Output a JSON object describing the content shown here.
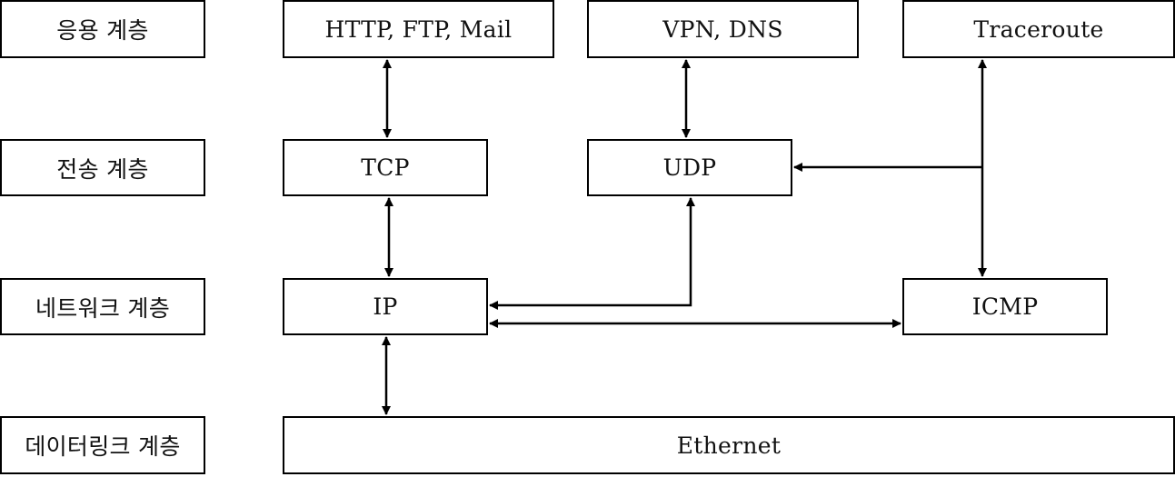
{
  "layers": {
    "application": "응용 계층",
    "transport": "전송 계층",
    "network": "네트워크 계층",
    "datalink": "데이터링크 계층"
  },
  "nodes": {
    "http_ftp_mail": "HTTP, FTP, Mail",
    "vpn_dns": "VPN, DNS",
    "traceroute": "Traceroute",
    "tcp": "TCP",
    "udp": "UDP",
    "ip": "IP",
    "icmp": "ICMP",
    "ethernet": "Ethernet"
  },
  "connections": [
    {
      "from": "HTTP, FTP, Mail",
      "to": "TCP",
      "direction": "both"
    },
    {
      "from": "VPN, DNS",
      "to": "UDP",
      "direction": "both"
    },
    {
      "from": "TCP",
      "to": "IP",
      "direction": "both"
    },
    {
      "from": "IP",
      "to": "UDP",
      "direction": "forward"
    },
    {
      "from": "UDP",
      "to": "IP",
      "direction": "forward"
    },
    {
      "from": "IP",
      "to": "ICMP",
      "direction": "both"
    },
    {
      "from": "ICMP",
      "to": "Traceroute",
      "direction": "both"
    },
    {
      "from": "Traceroute branch",
      "to": "UDP",
      "direction": "forward"
    },
    {
      "from": "IP",
      "to": "Ethernet",
      "direction": "both"
    }
  ]
}
